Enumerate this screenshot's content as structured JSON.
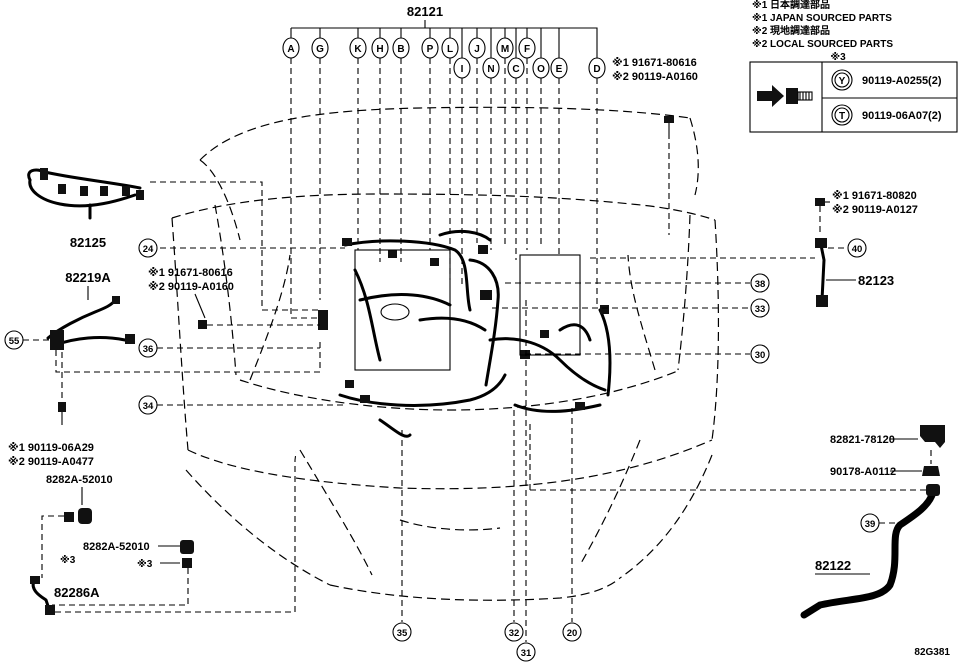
{
  "diagram": {
    "figure_code": "82G381",
    "legend": {
      "lines": [
        "※1 日本調達部品",
        "※1 JAPAN SOURCED PARTS",
        "※2 現地調達部品",
        "※2 LOCAL SOURCED PARTS"
      ],
      "mark": "※3",
      "box_items": [
        {
          "letter": "Y",
          "part": "90119-A0255(2)"
        },
        {
          "letter": "T",
          "part": "90119-06A07(2)"
        }
      ]
    },
    "main_harness": "82121",
    "connector_letters_row1": [
      "A",
      "G",
      "K",
      "H",
      "B",
      "P",
      "L",
      "J",
      "M",
      "F"
    ],
    "connector_letters_row2": [
      "I",
      "N",
      "C",
      "O",
      "E",
      "D"
    ],
    "callouts": {
      "c24": "24",
      "c38": "38",
      "c33": "33",
      "c30": "30",
      "c55": "55",
      "c36": "36",
      "c34": "34",
      "c40": "40",
      "c39": "39",
      "c35": "35",
      "c32": "32",
      "c31": "31",
      "c20": "20"
    },
    "parts": {
      "top_bolt_1": "※1 91671-80616",
      "top_bolt_2": "※2 90119-A0160",
      "right_bolt_1": "※1 91671-80820",
      "right_bolt_2": "※2 90119-A0127",
      "mid_bolt_1": "※1 91671-80616",
      "mid_bolt_2": "※2 90119-A0160",
      "low_bolt_1": "※1 90119-06A29",
      "low_bolt_2": "※2 90119-A0477",
      "p82125": "82125",
      "p82219A": "82219A",
      "p82123": "82123",
      "p82821": "82821-78120",
      "p90178": "90178-A0112",
      "p82122": "82122",
      "p82282_top": "8282A-52010",
      "p82282_mid": "8282A-52010",
      "mark3_a": "※3",
      "mark3_b": "※3",
      "p82286A": "82286A"
    }
  }
}
